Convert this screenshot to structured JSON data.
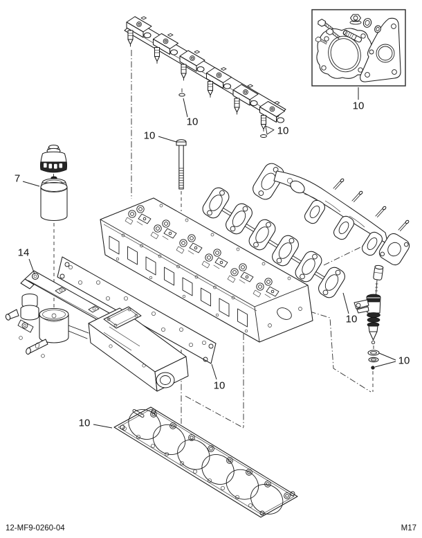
{
  "figure": {
    "background_color": "#ffffff",
    "line_color": "#1c1c1c",
    "footer": {
      "doc_number": "12-MF9-0260-04",
      "sheet_code": "M17"
    },
    "callouts": [
      {
        "id": "gasket-kit",
        "label": "10"
      },
      {
        "id": "rocker-bolt-washer",
        "label": "10"
      },
      {
        "id": "rocker-bolt",
        "label": "10"
      },
      {
        "id": "injector-tip-seal",
        "label": "10"
      },
      {
        "id": "fuel-filter",
        "label": "7"
      },
      {
        "id": "intake-manifold",
        "label": "14"
      },
      {
        "id": "exhaust-gasket",
        "label": "10"
      },
      {
        "id": "injector-orings",
        "label": "10"
      },
      {
        "id": "intake-gasket",
        "label": "10"
      },
      {
        "id": "head-gasket",
        "label": "10"
      }
    ]
  }
}
